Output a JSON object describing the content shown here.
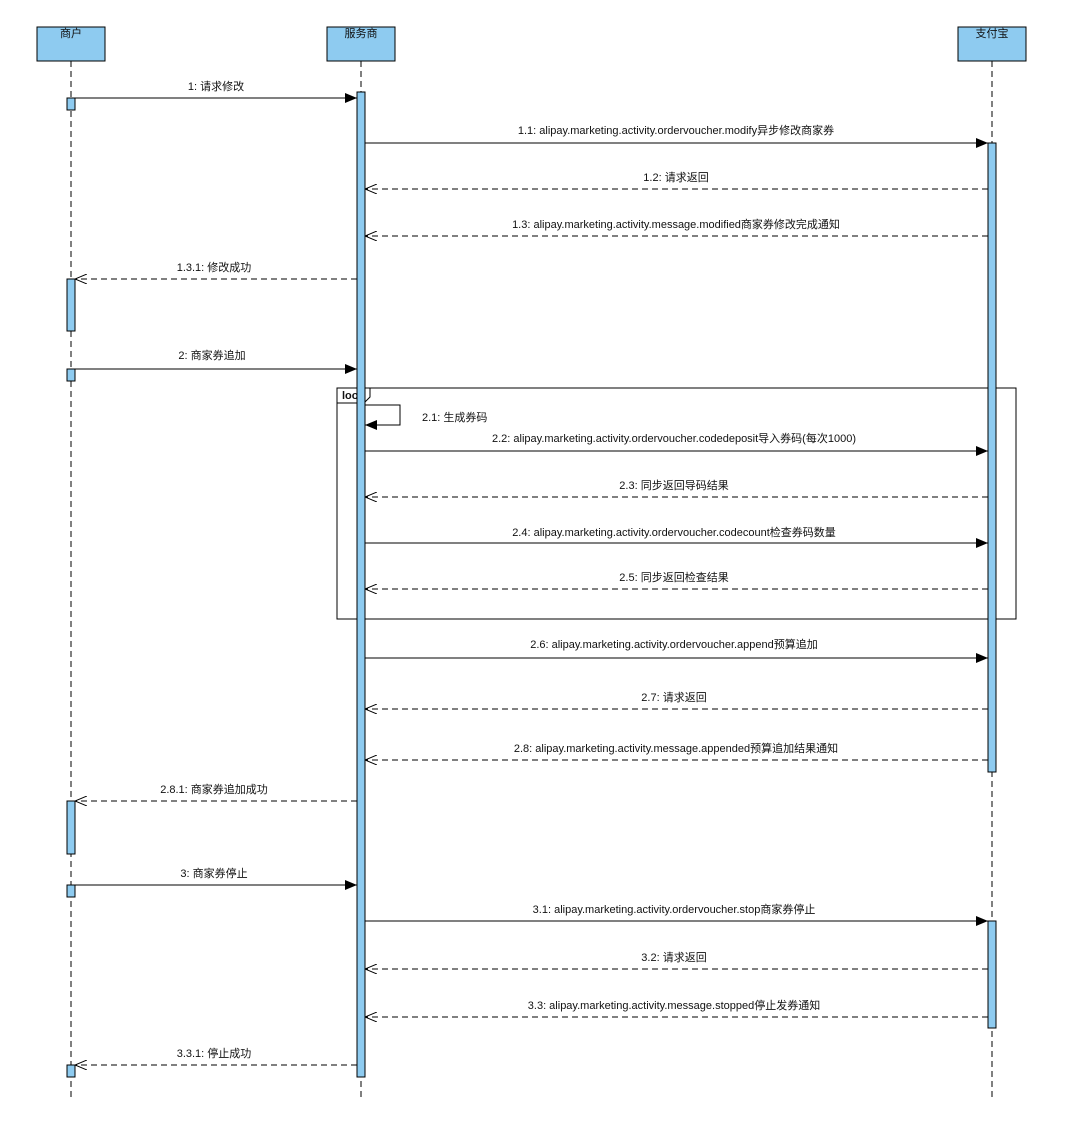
{
  "participants": [
    {
      "id": "merchant",
      "label": "商户"
    },
    {
      "id": "provider",
      "label": "服务商"
    },
    {
      "id": "alipay",
      "label": "支付宝"
    }
  ],
  "loop": {
    "label": "loop"
  },
  "messages": [
    {
      "label": "1: 请求修改",
      "from": "merchant",
      "to": "provider",
      "style": "solid"
    },
    {
      "label": "1.1: alipay.marketing.activity.ordervoucher.modify异步修改商家券",
      "from": "provider",
      "to": "alipay",
      "style": "solid"
    },
    {
      "label": "1.2: 请求返回",
      "from": "alipay",
      "to": "provider",
      "style": "dashed"
    },
    {
      "label": "1.3: alipay.marketing.activity.message.modified商家券修改完成通知",
      "from": "alipay",
      "to": "provider",
      "style": "dashed"
    },
    {
      "label": "1.3.1: 修改成功",
      "from": "provider",
      "to": "merchant",
      "style": "dashed"
    },
    {
      "label": "2: 商家券追加",
      "from": "merchant",
      "to": "provider",
      "style": "solid"
    },
    {
      "label": "2.1: 生成券码",
      "from": "provider",
      "to": "provider",
      "style": "self"
    },
    {
      "label": "2.2: alipay.marketing.activity.ordervoucher.codedeposit导入券码(每次1000)",
      "from": "provider",
      "to": "alipay",
      "style": "solid"
    },
    {
      "label": "2.3: 同步返回导码结果",
      "from": "alipay",
      "to": "provider",
      "style": "dashed"
    },
    {
      "label": "2.4: alipay.marketing.activity.ordervoucher.codecount检查券码数量",
      "from": "provider",
      "to": "alipay",
      "style": "solid"
    },
    {
      "label": "2.5: 同步返回检查结果",
      "from": "alipay",
      "to": "provider",
      "style": "dashed"
    },
    {
      "label": "2.6: alipay.marketing.activity.ordervoucher.append预算追加",
      "from": "provider",
      "to": "alipay",
      "style": "solid"
    },
    {
      "label": "2.7: 请求返回",
      "from": "alipay",
      "to": "provider",
      "style": "dashed"
    },
    {
      "label": "2.8: alipay.marketing.activity.message.appended预算追加结果通知",
      "from": "alipay",
      "to": "provider",
      "style": "dashed"
    },
    {
      "label": "2.8.1: 商家券追加成功",
      "from": "provider",
      "to": "merchant",
      "style": "dashed"
    },
    {
      "label": "3: 商家券停止",
      "from": "merchant",
      "to": "provider",
      "style": "solid"
    },
    {
      "label": "3.1: alipay.marketing.activity.ordervoucher.stop商家券停止",
      "from": "provider",
      "to": "alipay",
      "style": "solid"
    },
    {
      "label": "3.2: 请求返回",
      "from": "alipay",
      "to": "provider",
      "style": "dashed"
    },
    {
      "label": "3.3: alipay.marketing.activity.message.stopped停止发券通知",
      "from": "alipay",
      "to": "provider",
      "style": "dashed"
    },
    {
      "label": "3.3.1: 停止成功",
      "from": "provider",
      "to": "merchant",
      "style": "dashed"
    }
  ],
  "colors": {
    "activation": "#8ecbf0",
    "stroke": "#000000",
    "header": "#8ecbf0"
  }
}
